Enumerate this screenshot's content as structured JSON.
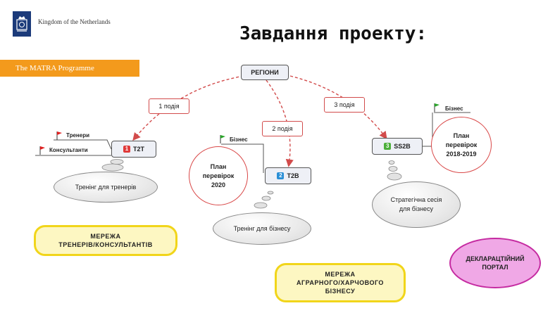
{
  "header": {
    "kingdom": "Kingdom of the Netherlands",
    "title": "Завдання проекту:",
    "programme": "The MATRA Programme"
  },
  "diagram": {
    "root": "РЕГІОНИ",
    "edge_labels": [
      "1 подія",
      "2 подія",
      "3 подія"
    ],
    "nodes": {
      "t2t": {
        "number": "1",
        "label": "T2T"
      },
      "t2b": {
        "number": "2",
        "label": "T2B"
      },
      "ss2b": {
        "number": "3",
        "label": "SS2B"
      }
    },
    "flags": {
      "trainers": "Тренери",
      "consultants": "Консультанти",
      "business_t2b": "Бізнес",
      "business_ss2b": "Бізнес"
    },
    "bubbles": {
      "training_trainers": "Тренінг для тренерів",
      "training_business": "Тренінг для бізнесу",
      "strategic_session": "Стратегічна сесія\nдля бізнесу"
    },
    "plans": {
      "plan_2020": "План\nперевірок\n2020",
      "plan_2018_2019": "План\nперевірок\n2018-2019"
    },
    "callouts": {
      "network_trainers": "МЕРЕЖА\nТРЕНЕРІВ/КОНСУЛЬТАНТІВ",
      "network_agri": "МЕРЕЖА\nАГРАРНОГО/ХАРЧОВОГО\nБІЗНЕСУ",
      "portal": "ДЕКЛАРАЦТІЙНИЙ\nПОРТАЛ"
    },
    "colors": {
      "arrow": "#d24b4b",
      "num1": "#e03a3a",
      "num2": "#2a8fd6",
      "num3": "#4caf3a",
      "flag_red": "#e02020",
      "flag_green": "#2aa52a",
      "callout_yellow": "#f1d51a",
      "portal_pink": "#f0a8e6",
      "matra_orange": "#f39a1c"
    }
  }
}
